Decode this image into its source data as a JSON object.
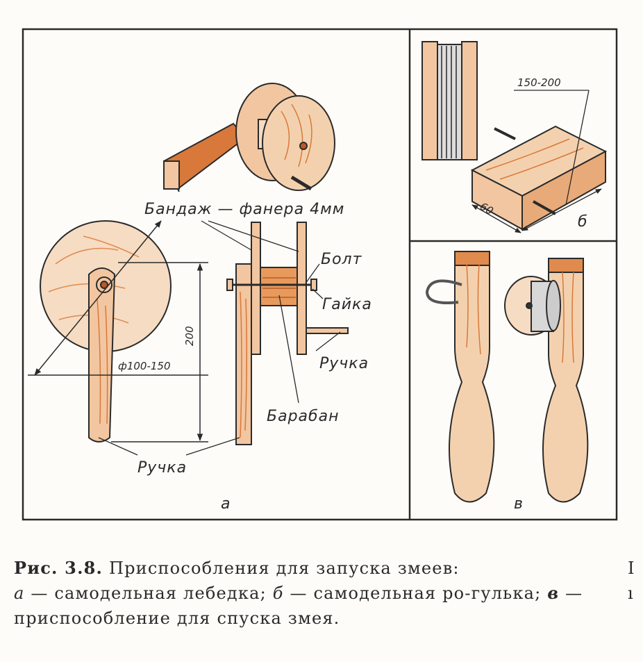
{
  "labels": {
    "bandage": "Бандаж — фанера 4мм",
    "bolt": "Болт",
    "nut": "Гайка",
    "handle_right": "Ручка",
    "drum": "Барабан",
    "handle_bottom": "Ручка",
    "dim_200": "200",
    "dim_diameter": "ф100-150",
    "dim_150_200": "150-200",
    "dim_60": "60",
    "panel_a": "а",
    "panel_b": "б",
    "panel_v": "в"
  },
  "caption": {
    "fig_label": "Рис. 3.8.",
    "title": "Приспособления для запуска змеев:",
    "a_letter": "а",
    "a_text": "— самодельная лебедка;",
    "b_letter": "б",
    "b_text": "— самодельная ро-гулька;",
    "v_letter": "в",
    "v_text": "— приспособление для спуска змея."
  },
  "edge_text": {
    "line1": "I",
    "line2": "ı"
  },
  "colors": {
    "ink": "#2a2a2a",
    "wood": "#f2c6a0",
    "wood_grain": "#d8783a",
    "wood_dark": "#b85a28",
    "paper": "#fdfcf8"
  }
}
